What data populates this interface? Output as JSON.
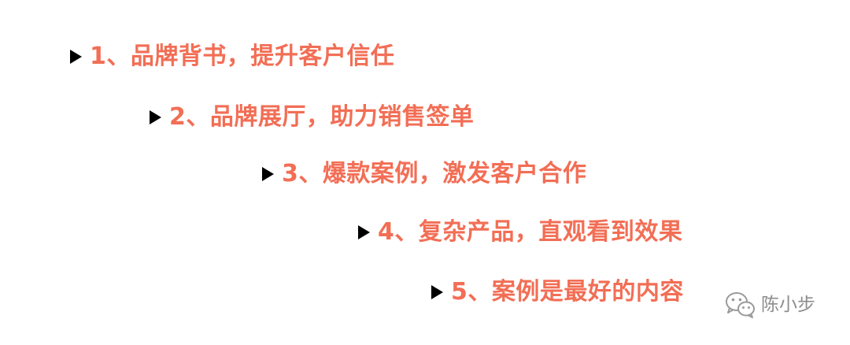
{
  "items": [
    {
      "text": "1、品牌背书，提升客户信任"
    },
    {
      "text": "2、品牌展厅，助力销售签单"
    },
    {
      "text": "3、爆款案例，激发客户合作"
    },
    {
      "text": "4、复杂产品，直观看到效果"
    },
    {
      "text": "5、案例是最好的内容"
    }
  ],
  "watermark": {
    "icon": "wechat-icon",
    "text": "陈小步"
  },
  "colors": {
    "item_text": "#f26e55",
    "bullet": "#000000",
    "watermark": "#8d8d8d"
  }
}
